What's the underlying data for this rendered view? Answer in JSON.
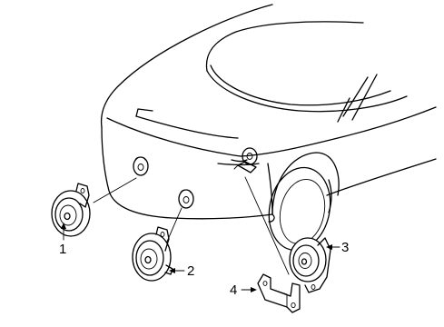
{
  "diagram": {
    "callouts": [
      {
        "id": "1",
        "label": "1"
      },
      {
        "id": "2",
        "label": "2"
      },
      {
        "id": "3",
        "label": "3"
      },
      {
        "id": "4",
        "label": "4"
      }
    ],
    "ink_color": "#000000",
    "background_color": "#ffffff"
  }
}
